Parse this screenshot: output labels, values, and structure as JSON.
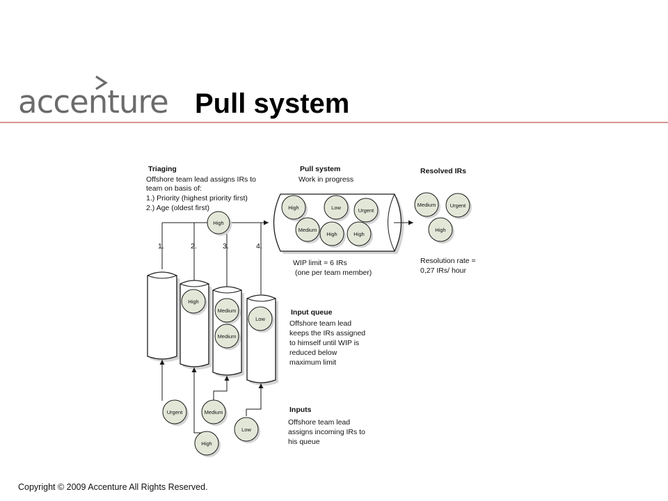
{
  "header": {
    "brand": "accenture",
    "title": "Pull system"
  },
  "triaging": {
    "heading": "Triaging",
    "lines": [
      "Offshore team lead assigns IRs to",
      "team on basis of:",
      "1.) Priority (highest priority first)",
      "2.) Age (oldest first)"
    ],
    "item": "High",
    "columns": [
      "1.",
      "2.",
      "3.",
      "4."
    ]
  },
  "pull_system": {
    "heading": "Pull system",
    "subheading": "Work in progress",
    "items": [
      "High",
      "Low",
      "Urgent",
      "Medium",
      "High",
      "High"
    ],
    "wip_lines": [
      "WIP limit = 6 IRs",
      "(one per team member)"
    ]
  },
  "resolved": {
    "heading": "Resolved IRs",
    "items": [
      "Medium",
      "Urgent",
      "High"
    ],
    "rate_lines": [
      "Resolution rate =",
      "0,27 IRs/ hour"
    ]
  },
  "input_queue": {
    "heading": "Input queue",
    "lines": [
      "Offshore team lead",
      "keeps the IRs assigned",
      "to himself until WIP is",
      "reduced below",
      "maximum limit"
    ],
    "queue_items": [
      "High",
      "Medium",
      "Medium",
      "Low"
    ]
  },
  "inputs": {
    "heading": "Inputs",
    "lines": [
      "Offshore team lead",
      "assigns incoming IRs to",
      "his queue"
    ],
    "items": [
      "Urgent",
      "Medium",
      "High",
      "Low"
    ]
  },
  "footer": {
    "copyright": "Copyright © 2009 Accenture All Rights Reserved."
  }
}
